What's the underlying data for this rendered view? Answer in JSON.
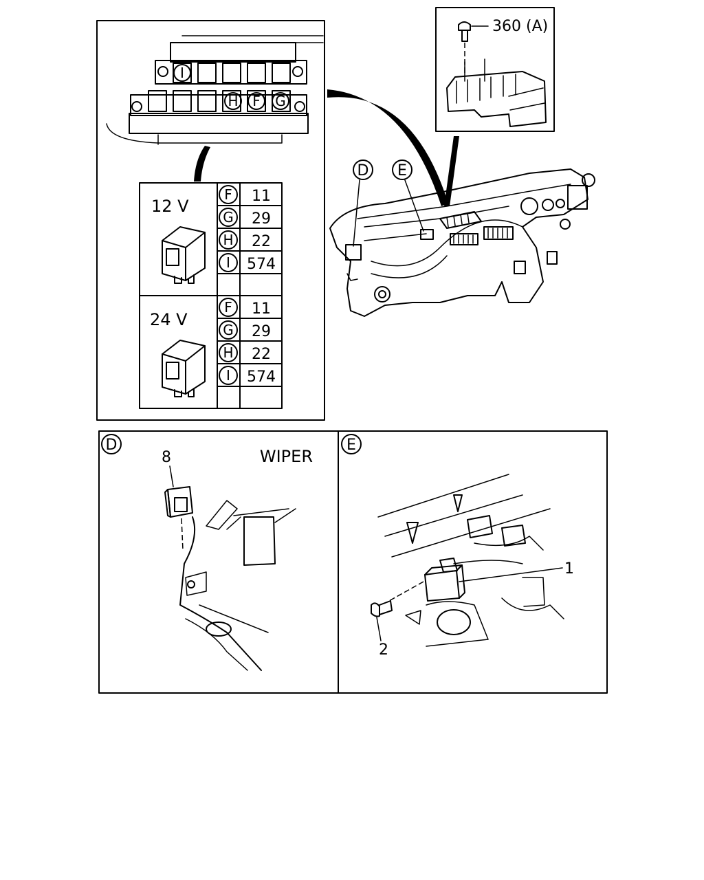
{
  "inset_top_right": {
    "part_label": "360 (A)"
  },
  "callouts": {
    "d": "D",
    "e": "E"
  },
  "relay_table": {
    "groups": [
      {
        "voltage": "12 V",
        "rows": [
          {
            "letter": "F",
            "part": "11"
          },
          {
            "letter": "G",
            "part": "29"
          },
          {
            "letter": "H",
            "part": "22"
          },
          {
            "letter": "I",
            "part": "574"
          }
        ]
      },
      {
        "voltage": "24 V",
        "rows": [
          {
            "letter": "F",
            "part": "11"
          },
          {
            "letter": "G",
            "part": "29"
          },
          {
            "letter": "H",
            "part": "22"
          },
          {
            "letter": "I",
            "part": "574"
          }
        ]
      }
    ]
  },
  "fuse_block": {
    "slot_labels": [
      "I",
      "H",
      "F",
      "G"
    ]
  },
  "detail_d": {
    "letter": "D",
    "title": "WIPER",
    "part": "8"
  },
  "detail_e": {
    "letter": "E",
    "part_1": "1",
    "part_2": "2"
  }
}
